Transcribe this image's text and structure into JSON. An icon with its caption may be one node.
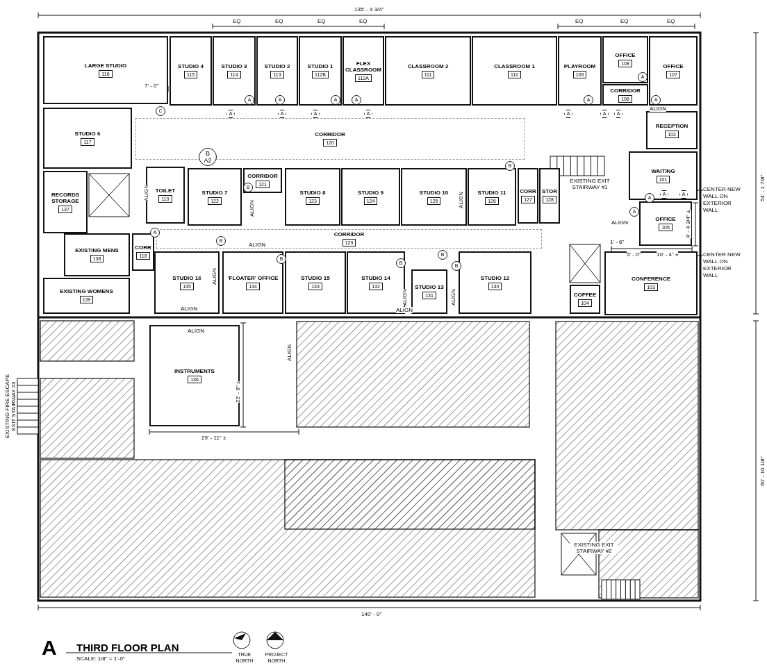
{
  "diagram": {
    "title": "THIRD FLOOR PLAN",
    "nodes": [
      {
        "text": [
          "LARGE STUDIO",
          "116"
        ]
      },
      {
        "text": [
          "STUDIO 4",
          "115"
        ]
      },
      {
        "text": [
          "STUDIO 3",
          "114"
        ]
      },
      {
        "text": [
          "STUDIO 2",
          "113"
        ]
      },
      {
        "text": [
          "STUDIO 1",
          "112B"
        ]
      },
      {
        "text": [
          "FLEX CLASSROOM",
          "112A"
        ]
      },
      {
        "text": [
          "CLASSROOM 2",
          "111"
        ]
      },
      {
        "text": [
          "CLASSROOM 1",
          "110"
        ]
      },
      {
        "text": [
          "PLAYROOM",
          "109"
        ]
      },
      {
        "text": [
          "OFFICE",
          "108"
        ]
      },
      {
        "text": [
          "OFFICE",
          "107"
        ]
      },
      {
        "text": [
          "CORRIDOR",
          "106"
        ]
      },
      {
        "text": [
          "RECEPTION",
          "102"
        ]
      },
      {
        "text": [
          "STUDIO 6",
          "117"
        ]
      },
      {
        "text": [
          "CORRIDOR",
          "120"
        ]
      },
      {
        "text": [
          "RECORDS STORAGE",
          "137"
        ]
      },
      {
        "text": [
          "TOILET",
          "119"
        ]
      },
      {
        "text": [
          "STUDIO 7",
          "122"
        ]
      },
      {
        "text": [
          "CORRIDOR",
          "121"
        ]
      },
      {
        "text": [
          "STUDIO 8",
          "123"
        ]
      },
      {
        "text": [
          "STUDIO 9",
          "124"
        ]
      },
      {
        "text": [
          "STUDIO 10",
          "125"
        ]
      },
      {
        "text": [
          "STUDIO 11",
          "126"
        ]
      },
      {
        "text": [
          "CORR",
          "127"
        ]
      },
      {
        "text": [
          "STOR",
          "128"
        ]
      },
      {
        "text": [
          "WAITING",
          "101"
        ]
      },
      {
        "text": [
          "OFFICE",
          "105"
        ]
      },
      {
        "text": [
          "EXISTING MENS",
          "138"
        ]
      },
      {
        "text": [
          "CORR",
          "118"
        ]
      },
      {
        "text": [
          "CORRIDOR",
          "129"
        ]
      },
      {
        "text": [
          "STUDIO 16",
          "135"
        ]
      },
      {
        "text": [
          "'FLOATER' OFFICE",
          "134"
        ]
      },
      {
        "text": [
          "STUDIO 15",
          "133"
        ]
      },
      {
        "text": [
          "STUDIO 14",
          "132"
        ]
      },
      {
        "text": [
          "STUDIO 13",
          "131"
        ]
      },
      {
        "text": [
          "STUDIO 12",
          "130"
        ]
      },
      {
        "text": [
          "CONFERENCE",
          "103"
        ]
      },
      {
        "text": [
          "COFFEE",
          "104"
        ]
      },
      {
        "text": [
          "EXISTING WOMENS",
          "139"
        ]
      },
      {
        "text": [
          "INSTRUMENTS",
          "136"
        ]
      },
      {
        "text": [
          "CENTER NEW WALL ON EXTERIOR WALL"
        ]
      },
      {
        "text": [
          "CENTER NEW WALL ON EXTERIOR WALL"
        ]
      }
    ],
    "edges": [
      {
        "from": 40,
        "to": null,
        "arrow": "none"
      },
      {
        "from": 41,
        "to": null,
        "arrow": "none"
      }
    ],
    "labels": [
      "135' - 4 3/4\"",
      "EQ",
      "EQ",
      "EQ",
      "EQ",
      "EQ",
      "EQ",
      "EQ",
      "7' - 0\"",
      "C",
      "A",
      "A",
      "A",
      "A",
      "A",
      "A",
      "A",
      "A",
      "A",
      "A",
      "A",
      "A",
      "A",
      "A",
      "ALIGN",
      "54' - 1 7/8\"",
      "B",
      "A2",
      "ALIGN",
      "A",
      "B",
      "ALIGN",
      "EXISTING EXIT STAIRWAY #1",
      "B",
      "ALIGN",
      "A",
      "A",
      "A",
      "A",
      "ALIGN",
      "4' - 4 3/4\" ±",
      "B",
      "ALIGN",
      "B",
      "B",
      "B",
      "B",
      "1' - 6\"",
      "5' - 0\"",
      "10' - 4\" ±",
      "ALIGN",
      "ALIGN",
      "ALIGN",
      "ALIGN",
      "ALIGN",
      "ALIGN",
      "ALIGN",
      "EXISTING FIRE ESCAPE EXIT STAIRWAY #3",
      "22' - 6\" ±",
      "60' - 10 1/8\"",
      "29' - 11\" ±",
      "EXISTING EXIT STAIRWAY #2",
      "140' - 0\"",
      "A",
      "SCALE: 1/8\" = 1'-0\"",
      "TRUE NORTH",
      "PROJECT NORTH"
    ]
  }
}
